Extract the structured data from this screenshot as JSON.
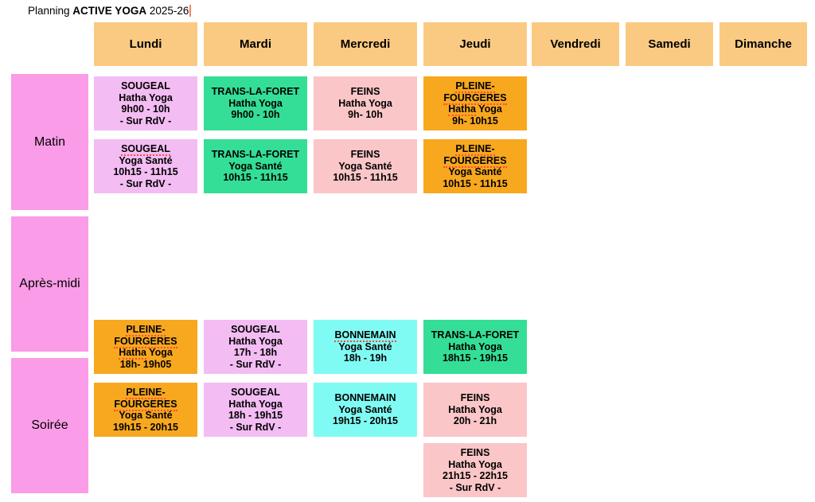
{
  "title": {
    "prefix": "Planning ",
    "bold": "ACTIVE YOGA",
    "suffix": " 2025-26"
  },
  "days": [
    "Lundi",
    "Mardi",
    "Mercredi",
    "Jeudi",
    "Vendredi",
    "Samedi",
    "Dimanche"
  ],
  "periods": [
    "Matin",
    "Après-midi",
    "Soirée"
  ],
  "colors": {
    "day_header": "#fbca82",
    "period_label": "#fa9ce7",
    "spellcheck_underline": "#ff4a3d",
    "text_cursor": "#f2865e",
    "venues": {
      "sougeal": "#f3bcf3",
      "trans_la_foret": "#34de96",
      "feins": "#fbc6c8",
      "pleine_fougeres": "#f7a81f",
      "bonnemain": "#80fbf4"
    }
  },
  "classes": [
    {
      "day": 0,
      "slot": 0,
      "venue": "sougeal",
      "lines": [
        [
          "SOUGEAL"
        ],
        [
          "Hatha Yoga"
        ],
        [
          "9h00 - 10h"
        ],
        [
          "- Sur RdV -"
        ]
      ]
    },
    {
      "day": 1,
      "slot": 0,
      "venue": "trans_la_foret",
      "lines": [
        [
          "TRANS-LA-FORET"
        ],
        [
          "Hatha Yoga"
        ],
        [
          "9h00 - 10h"
        ]
      ]
    },
    {
      "day": 2,
      "slot": 0,
      "venue": "feins",
      "lines": [
        [
          "FEINS"
        ],
        [
          "Hatha Yoga"
        ],
        [
          "9h- 10h"
        ]
      ]
    },
    {
      "day": 3,
      "slot": 0,
      "venue": "pleine_fougeres",
      "lines": [
        [
          {
            "t": "PLEINE-",
            "u": true
          }
        ],
        [
          {
            "t": "FOURGERES",
            "u": true
          }
        ],
        [
          {
            "t": "Hatha",
            "u": true
          },
          " Yoga"
        ],
        [
          "9h- 10h15"
        ]
      ]
    },
    {
      "day": 0,
      "slot": 1,
      "venue": "sougeal",
      "lines": [
        [
          {
            "t": "SOUGEAL",
            "u": true
          }
        ],
        [
          "Yoga Santé"
        ],
        [
          "10h15 - 11h15"
        ],
        [
          "- Sur RdV -"
        ]
      ]
    },
    {
      "day": 1,
      "slot": 1,
      "venue": "trans_la_foret",
      "lines": [
        [
          "TRANS-LA-FORET"
        ],
        [
          "Yoga Santé"
        ],
        [
          "10h15 - 11h15"
        ]
      ]
    },
    {
      "day": 2,
      "slot": 1,
      "venue": "feins",
      "lines": [
        [
          "FEINS"
        ],
        [
          "Yoga Santé"
        ],
        [
          "10h15 - 11h15"
        ]
      ]
    },
    {
      "day": 3,
      "slot": 1,
      "venue": "pleine_fougeres",
      "lines": [
        [
          {
            "t": "PLEINE-",
            "u": true
          }
        ],
        [
          {
            "t": "FOURGERES",
            "u": true
          }
        ],
        [
          "Yoga Santé"
        ],
        [
          "10h15 - 11h15"
        ]
      ]
    },
    {
      "day": 0,
      "slot": 2,
      "venue": "pleine_fougeres",
      "lines": [
        [
          {
            "t": "PLEINE-",
            "u": true
          }
        ],
        [
          {
            "t": "FOURGERES",
            "u": true
          }
        ],
        [
          {
            "t": "Hatha",
            "u": true
          },
          " Yoga"
        ],
        [
          "18h- 19h05"
        ]
      ]
    },
    {
      "day": 1,
      "slot": 2,
      "venue": "sougeal",
      "lines": [
        [
          "SOUGEAL"
        ],
        [
          "Hatha Yoga"
        ],
        [
          "17h - 18h"
        ],
        [
          "- Sur RdV -"
        ]
      ]
    },
    {
      "day": 2,
      "slot": 2,
      "venue": "bonnemain",
      "lines": [
        [
          {
            "t": "BONNEMAIN",
            "u": true
          }
        ],
        [
          "Yoga Santé"
        ],
        [
          "18h - 19h"
        ]
      ]
    },
    {
      "day": 3,
      "slot": 2,
      "venue": "trans_la_foret",
      "lines": [
        [
          "TRANS-LA-FORET"
        ],
        [
          "Hatha Yoga"
        ],
        [
          "18h15 - 19h15"
        ]
      ]
    },
    {
      "day": 0,
      "slot": 3,
      "venue": "pleine_fougeres",
      "lines": [
        [
          {
            "t": "PLEINE-",
            "u": true
          }
        ],
        [
          {
            "t": "FOURGERES",
            "u": true
          }
        ],
        [
          "Yoga Santé"
        ],
        [
          "19h15 - 20h15"
        ]
      ]
    },
    {
      "day": 1,
      "slot": 3,
      "venue": "sougeal",
      "lines": [
        [
          "SOUGEAL"
        ],
        [
          "Hatha Yoga"
        ],
        [
          "18h - 19h15"
        ],
        [
          "- Sur RdV -"
        ]
      ]
    },
    {
      "day": 2,
      "slot": 3,
      "venue": "bonnemain",
      "lines": [
        [
          "BONNEMAIN"
        ],
        [
          "Yoga Santé"
        ],
        [
          "19h15 - 20h15"
        ]
      ]
    },
    {
      "day": 3,
      "slot": 3,
      "venue": "feins",
      "lines": [
        [
          "FEINS"
        ],
        [
          "Hatha Yoga"
        ],
        [
          "20h - 21h"
        ]
      ]
    },
    {
      "day": 3,
      "slot": 4,
      "venue": "feins",
      "lines": [
        [
          "FEINS"
        ],
        [
          "Hatha Yoga"
        ],
        [
          "21h15 - 22h15"
        ],
        [
          "- Sur RdV -"
        ]
      ]
    }
  ]
}
